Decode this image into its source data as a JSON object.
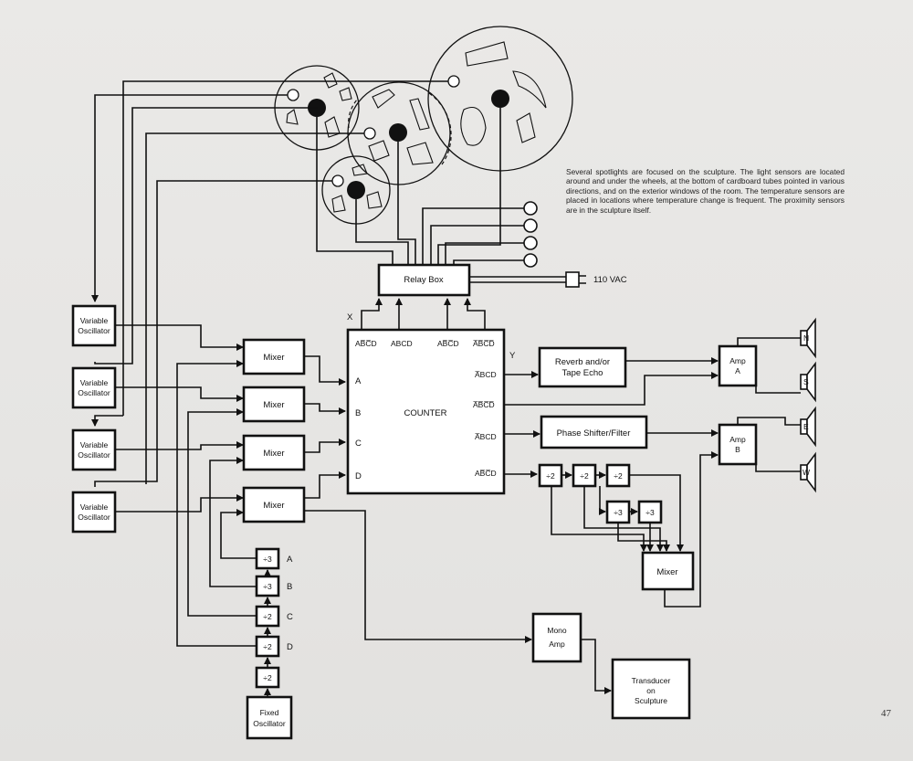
{
  "caption": "Several spotlights are focused on the sculpture. The light sensors are located around and under the wheels, at the bottom of cardboard tubes pointed in various directions, and on the exterior windows of the room. The temperature sensors are placed in locations where temperature change is frequent. The proximity sensors are in the sculpture itself.",
  "page_number": "47",
  "relay_box": "Relay Box",
  "power": "110 VAC",
  "counter": {
    "label": "COUNTER",
    "x_label": "X",
    "y_label": "Y",
    "top_outputs": [
      "AB̅C̅D",
      "ABCD",
      "AB̅C̅D",
      "A̅B̅C̅D̅"
    ],
    "right_outputs": [
      "A̅BCD",
      "A̅B̅C̅D̅",
      "A̅BCD",
      "AB̅C̅D"
    ],
    "inputs": [
      "A",
      "B",
      "C",
      "D"
    ]
  },
  "oscillators": [
    {
      "line1": "Variable",
      "line2": "Oscillator"
    },
    {
      "line1": "Variable",
      "line2": "Oscillator"
    },
    {
      "line1": "Variable",
      "line2": "Oscillator"
    },
    {
      "line1": "Variable",
      "line2": "Oscillator"
    }
  ],
  "mixers": [
    "Mixer",
    "Mixer",
    "Mixer",
    "Mixer"
  ],
  "divider_chain": {
    "dividers": [
      "÷3",
      "÷3",
      "÷2",
      "÷2",
      "÷2"
    ],
    "taps": [
      "A",
      "B",
      "C",
      "D"
    ]
  },
  "fixed_oscillator": {
    "line1": "Fixed",
    "line2": "Oscillator"
  },
  "reverb": {
    "line1": "Reverb  and/or",
    "line2": "Tape Echo"
  },
  "phase_shifter": "Phase  Shifter/Filter",
  "amp_a": {
    "line1": "Amp",
    "line2": "A"
  },
  "amp_b": {
    "line1": "Amp",
    "line2": "B"
  },
  "speakers": [
    "N",
    "S",
    "E",
    "W"
  ],
  "right_dividers": [
    "÷2",
    "÷2",
    "÷2",
    "÷3",
    "÷3"
  ],
  "right_mixer": "Mixer",
  "mono_amp": {
    "line1": "Mono",
    "line2": "Amp"
  },
  "transducer": {
    "line1": "Transducer",
    "line2": "on",
    "line3": "Sculpture"
  }
}
